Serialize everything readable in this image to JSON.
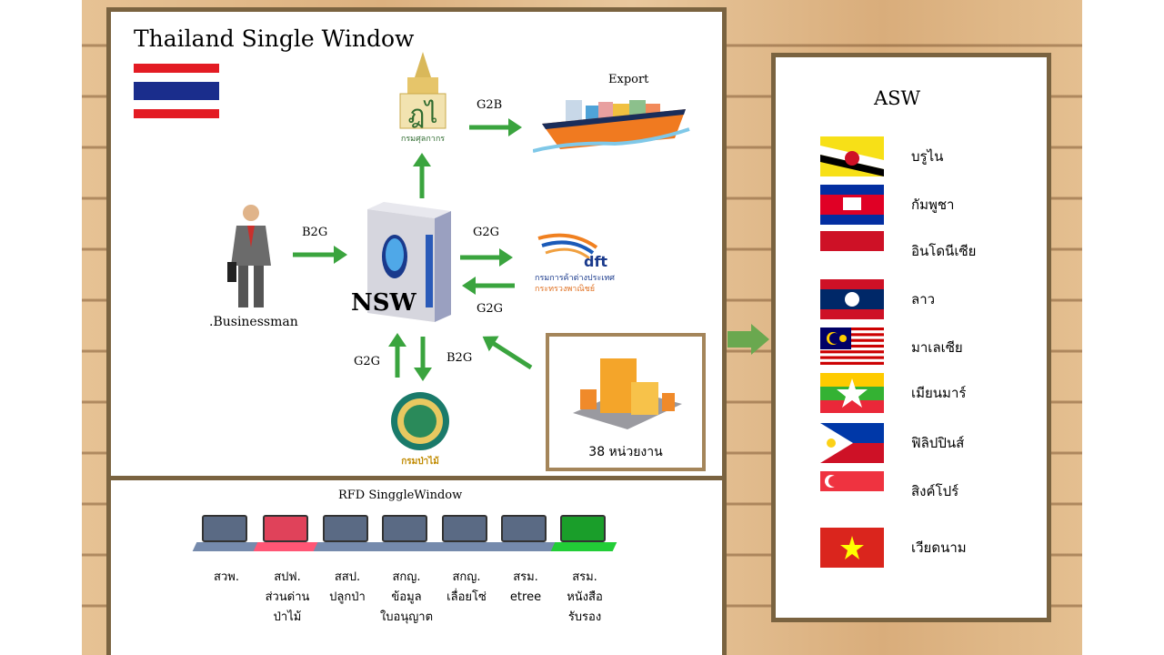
{
  "title": "Thailand Single Window",
  "nsw": {
    "label": "NSW"
  },
  "arrows": {
    "g2b": "G2B",
    "b2g_top": "B2G",
    "g2g_dft_top": "G2G",
    "g2g_dft_bottom": "G2G",
    "g2g_rfd": "G2G",
    "b2g_rfd": "B2G"
  },
  "export": {
    "label": "Export"
  },
  "customs": {
    "caption": "กรมศุลกากร"
  },
  "businessman": {
    "label": ".Businessman"
  },
  "dft": {
    "logo_text": "dft",
    "line1": "กรมการค้าต่างประเทศ",
    "line2": "กระทรวงพาณิชย์"
  },
  "rfd": {
    "caption": "กรมป่าไม้"
  },
  "agencies": {
    "label": "38 หน่วยงาน"
  },
  "rfd_window": {
    "title": "RFD SinggleWindow",
    "laptops": [
      {
        "label": "สวพ.",
        "color": "#5a6a84"
      },
      {
        "label": "สปฟ.\nส่วนด่าน\nป่าไม้",
        "color": "#e0425a"
      },
      {
        "label": "สสป.\nปลูกป่า",
        "color": "#5a6a84"
      },
      {
        "label": "สกญ.\nข้อมูล\nใบอนุญาต",
        "color": "#5a6a84"
      },
      {
        "label": "สกญ.\nเลื่อยโซ่",
        "color": "#5a6a84"
      },
      {
        "label": "สรม.\netree",
        "color": "#5a6a84"
      },
      {
        "label": "สรม.\nหนังสือ\nรับรอง",
        "color": "#1a9e2a"
      }
    ]
  },
  "asw": {
    "title": "ASW",
    "countries": [
      {
        "name": "บรูไน",
        "flag": "brunei-flag"
      },
      {
        "name": "กัมพูชา",
        "flag": "cambodia-flag"
      },
      {
        "name": "อินโดนีเซีย",
        "flag": "indonesia-flag"
      },
      {
        "name": "ลาว",
        "flag": "laos-flag"
      },
      {
        "name": "มาเลเซีย",
        "flag": "malaysia-flag"
      },
      {
        "name": "เมียนมาร์",
        "flag": "myanmar-flag"
      },
      {
        "name": "ฟิลิปปินส์",
        "flag": "philippines-flag"
      },
      {
        "name": "สิงค์โปร์",
        "flag": "singapore-flag"
      },
      {
        "name": "เวียดนาม",
        "flag": "vietnam-flag"
      }
    ]
  },
  "colors": {
    "arrow": "#3aa43e",
    "frame": "#7a6340",
    "big_arrow": "#6aa84f"
  }
}
